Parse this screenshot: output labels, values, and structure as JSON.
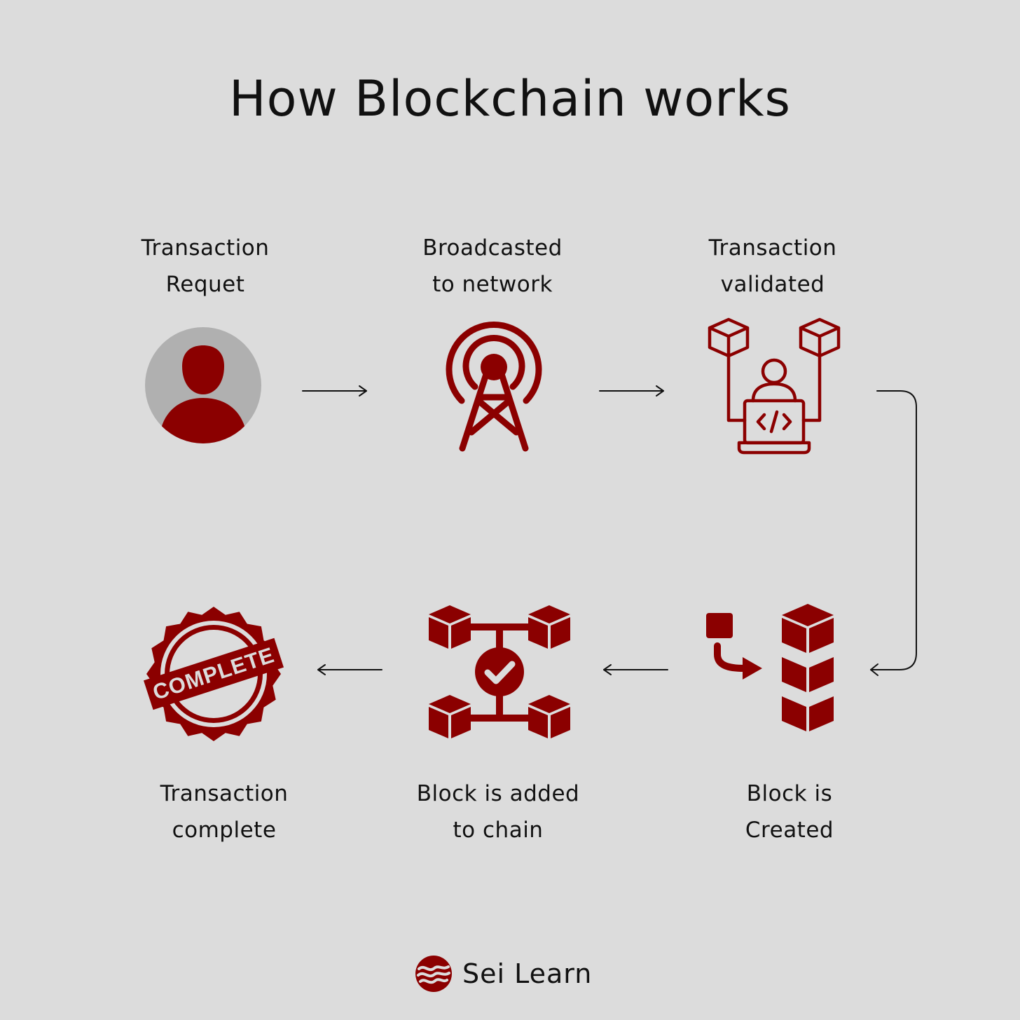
{
  "title": "How Blockchain works",
  "steps": [
    {
      "line1": "Transaction",
      "line2": "Requet",
      "icon": "user-avatar-icon"
    },
    {
      "line1": "Broadcasted",
      "line2": "to network",
      "icon": "broadcast-tower-icon"
    },
    {
      "line1": "Transaction",
      "line2": "validated",
      "icon": "validator-laptop-icon"
    },
    {
      "line1": "Block is",
      "line2": "Created",
      "icon": "block-created-icon"
    },
    {
      "line1": "Block is added",
      "line2": "to chain",
      "icon": "block-chain-check-icon"
    },
    {
      "line1": "Transaction",
      "line2": "complete",
      "icon": "complete-stamp-icon"
    }
  ],
  "stamp_text": "COMPLETE",
  "brand": {
    "name": "Sei Learn",
    "icon": "sei-logo-icon"
  },
  "colors": {
    "accent": "#8b0000",
    "background": "#dcdcdc",
    "avatar_bg": "#b0b0b0",
    "text": "#111111"
  }
}
